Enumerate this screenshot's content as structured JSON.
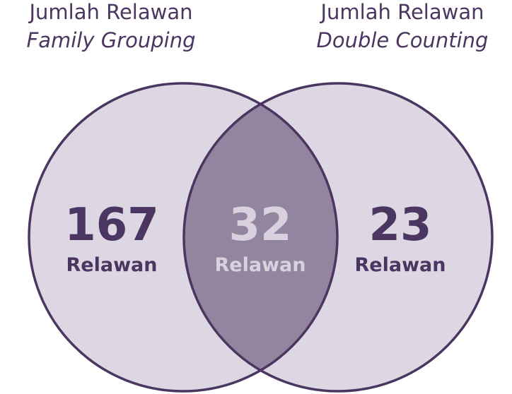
{
  "left_set": {
    "title_line1": "Jumlah Relawan",
    "title_line2": "Family Grouping",
    "value": "167",
    "unit": "Relawan"
  },
  "right_set": {
    "title_line1": "Jumlah Relawan",
    "title_line2": "Double Counting",
    "value": "23",
    "unit": "Relawan"
  },
  "overlap": {
    "value": "32",
    "unit": "Relawan"
  },
  "colors": {
    "circle_fill": "#dcd7e3",
    "overlap_fill": "#93849f",
    "outline": "#4a3660",
    "text_dark": "#4a3660",
    "text_light": "#d8d2df"
  }
}
